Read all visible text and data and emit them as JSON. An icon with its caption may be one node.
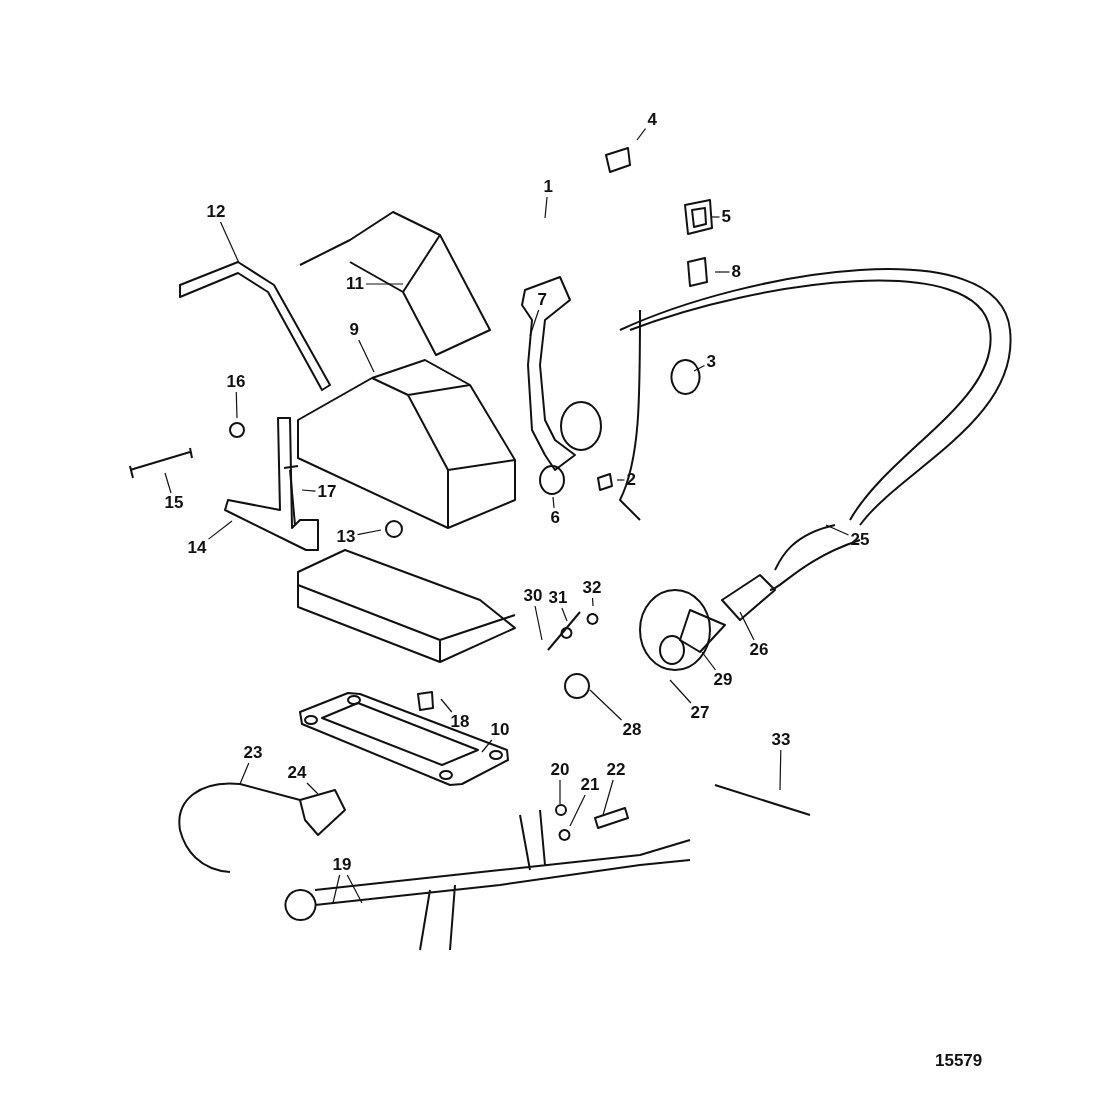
{
  "diagram": {
    "nodes": [
      {
        "text": [
          "1"
        ]
      },
      {
        "text": [
          "2"
        ]
      },
      {
        "text": [
          "3"
        ]
      },
      {
        "text": [
          "4"
        ]
      },
      {
        "text": [
          "5"
        ]
      },
      {
        "text": [
          "6"
        ]
      },
      {
        "text": [
          "7"
        ]
      },
      {
        "text": [
          "8"
        ]
      },
      {
        "text": [
          "9"
        ]
      },
      {
        "text": [
          "10"
        ]
      },
      {
        "text": [
          "11"
        ]
      },
      {
        "text": [
          "12"
        ]
      },
      {
        "text": [
          "13"
        ]
      },
      {
        "text": [
          "14"
        ]
      },
      {
        "text": [
          "15"
        ]
      },
      {
        "text": [
          "16"
        ]
      },
      {
        "text": [
          "17"
        ]
      },
      {
        "text": [
          "18"
        ]
      },
      {
        "text": [
          "19"
        ]
      },
      {
        "text": [
          "20"
        ]
      },
      {
        "text": [
          "21"
        ]
      },
      {
        "text": [
          "22"
        ]
      },
      {
        "text": [
          "23"
        ]
      },
      {
        "text": [
          "24"
        ]
      },
      {
        "text": [
          "25"
        ]
      },
      {
        "text": [
          "26"
        ]
      },
      {
        "text": [
          "27"
        ]
      },
      {
        "text": [
          "28"
        ]
      },
      {
        "text": [
          "29"
        ]
      },
      {
        "text": [
          "30"
        ]
      },
      {
        "text": [
          "31"
        ]
      },
      {
        "text": [
          "32"
        ]
      },
      {
        "text": [
          "33"
        ]
      }
    ],
    "edges": [
      {
        "from": 0,
        "to": null,
        "arrow": "none"
      },
      {
        "from": 1,
        "to": null,
        "arrow": "none"
      },
      {
        "from": 2,
        "to": null,
        "arrow": "none"
      },
      {
        "from": 3,
        "to": null,
        "arrow": "none"
      },
      {
        "from": 4,
        "to": null,
        "arrow": "none"
      },
      {
        "from": 5,
        "to": null,
        "arrow": "none"
      },
      {
        "from": 6,
        "to": null,
        "arrow": "none"
      },
      {
        "from": 7,
        "to": null,
        "arrow": "none"
      },
      {
        "from": 8,
        "to": null,
        "arrow": "none"
      },
      {
        "from": 9,
        "to": null,
        "arrow": "none"
      },
      {
        "from": 10,
        "to": null,
        "arrow": "none"
      },
      {
        "from": 11,
        "to": null,
        "arrow": "none"
      },
      {
        "from": 12,
        "to": null,
        "arrow": "none"
      },
      {
        "from": 13,
        "to": null,
        "arrow": "none"
      },
      {
        "from": 14,
        "to": null,
        "arrow": "none"
      },
      {
        "from": 15,
        "to": null,
        "arrow": "none"
      },
      {
        "from": 16,
        "to": null,
        "arrow": "none"
      },
      {
        "from": 17,
        "to": null,
        "arrow": "none"
      },
      {
        "from": 18,
        "to": null,
        "arrow": "none"
      },
      {
        "from": 18,
        "to": null,
        "arrow": "none"
      },
      {
        "from": 19,
        "to": null,
        "arrow": "none"
      },
      {
        "from": 20,
        "to": null,
        "arrow": "none"
      },
      {
        "from": 21,
        "to": null,
        "arrow": "none"
      },
      {
        "from": 22,
        "to": null,
        "arrow": "none"
      },
      {
        "from": 23,
        "to": null,
        "arrow": "none"
      },
      {
        "from": 24,
        "to": null,
        "arrow": "none"
      },
      {
        "from": 25,
        "to": null,
        "arrow": "none"
      },
      {
        "from": 26,
        "to": null,
        "arrow": "none"
      },
      {
        "from": 27,
        "to": null,
        "arrow": "none"
      },
      {
        "from": 28,
        "to": null,
        "arrow": "none"
      },
      {
        "from": 29,
        "to": null,
        "arrow": "none"
      },
      {
        "from": 30,
        "to": null,
        "arrow": "none"
      },
      {
        "from": 31,
        "to": null,
        "arrow": "none"
      },
      {
        "from": 32,
        "to": null,
        "arrow": "none"
      }
    ],
    "labels": [
      "15579"
    ]
  }
}
